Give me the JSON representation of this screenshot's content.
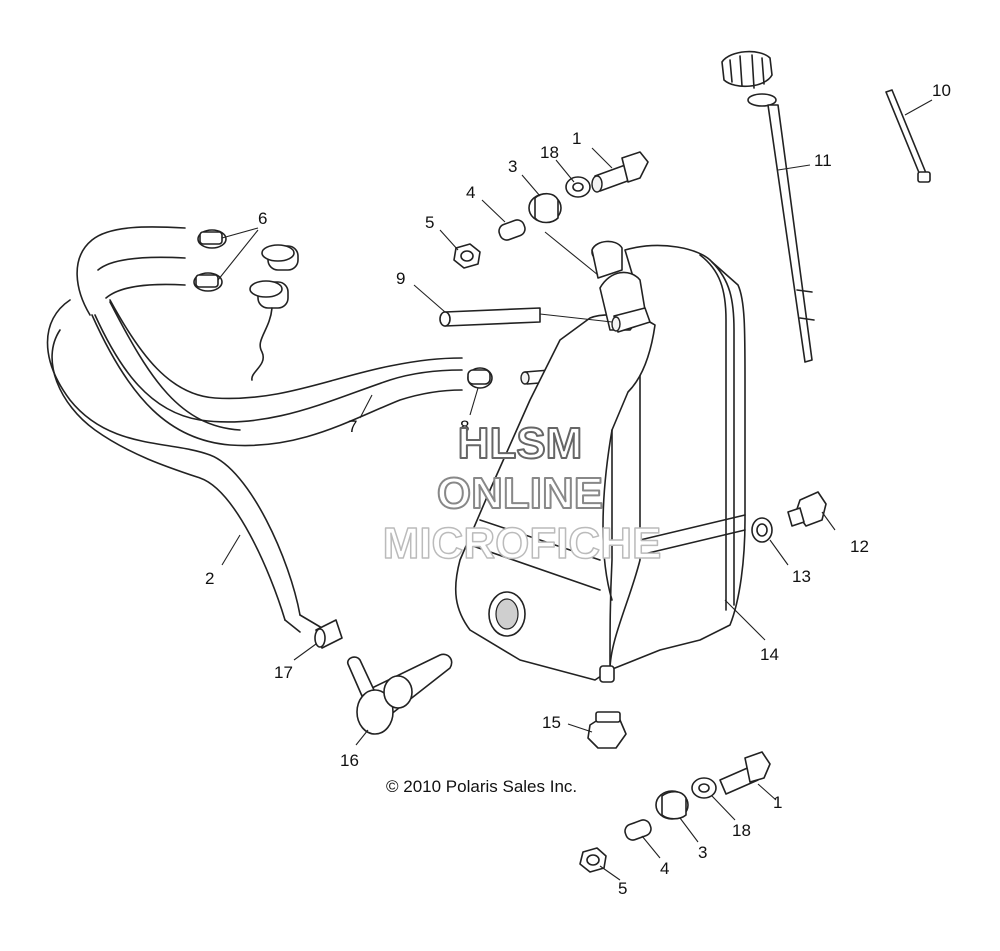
{
  "callouts": [
    "1",
    "2",
    "3",
    "4",
    "5",
    "6",
    "7",
    "8",
    "9",
    "10",
    "11",
    "12",
    "13",
    "14",
    "15",
    "16",
    "17",
    "18"
  ],
  "watermark": {
    "line1": "HLSM",
    "line2": "ONLINE",
    "line3": "MICROFICHE",
    "color1": "#666666",
    "color2": "#888888",
    "color3": "#bbbbbb"
  },
  "copyright": "© 2010 Polaris Sales Inc."
}
